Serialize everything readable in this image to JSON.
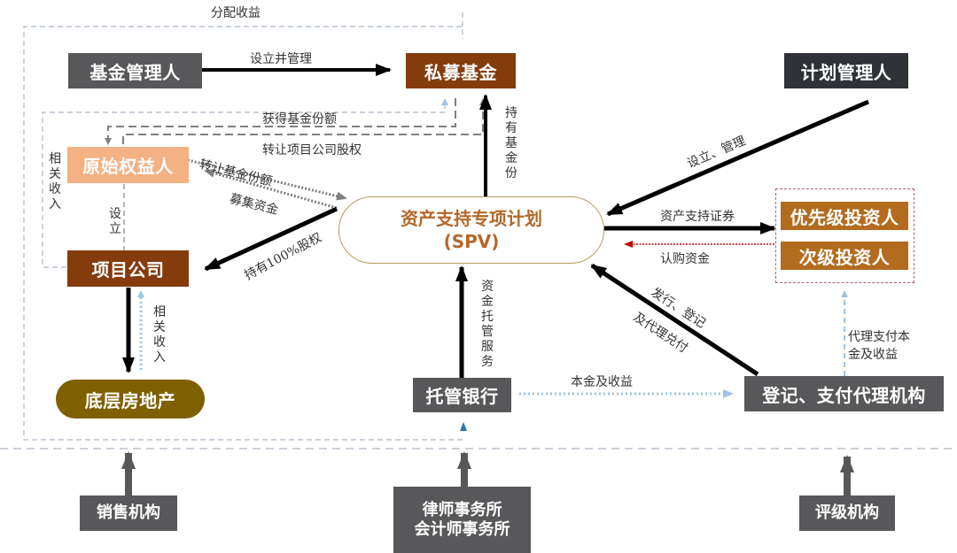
{
  "colors": {
    "dark_gray": "#58585a",
    "navy": "#2f3237",
    "brown": "#843c0c",
    "orange": "#b36b1e",
    "peach": "#f4b183",
    "olive": "#7f6000",
    "spv_text": "#b4682a",
    "red_dotted": "#c00000",
    "light_blue_dashed": "#9dc3e6"
  },
  "nodes": {
    "fund_manager": "基金管理人",
    "private_fund": "私募基金",
    "plan_manager": "计划管理人",
    "original_owner": "原始权益人",
    "project_company": "项目公司",
    "underlying_property": "底层房地产",
    "spv_line1": "资产支持专项计划",
    "spv_line2": "(SPV)",
    "senior_investor": "优先级投资人",
    "junior_investor": "次级投资人",
    "custodian_bank": "托管银行",
    "registration_agent": "登记、支付代理机构"
  },
  "edges": {
    "distribute_income": "分配收益",
    "establish_and_manage": "设立并管理",
    "obtain_fund_shares": "获得基金份额",
    "transfer_project_equity": "转让项目公司股权",
    "transfer_fund_shares": "转让基金份额",
    "raise_funds": "募集资金",
    "hold_fund_shares": "持有基金份",
    "related_income_left": "相关收入",
    "establish": "设立",
    "hold_100_equity": "持有100%股权",
    "establish_manage": "设立、管理",
    "abs_securities": "资产支持证券",
    "subscription_funds": "认购资金",
    "issue_register": "发行、登记",
    "agency_redemption": "及代理兑付",
    "agency_pay_principal": "代理支付本",
    "agency_pay_principal_2": "金及收益",
    "fund_custody": "资金托管服务",
    "principal_and_income": "本金及收益",
    "related_income_bottom": "相关收入"
  },
  "service_providers": {
    "sales": "销售机构",
    "law_firm": "律师事务所",
    "accounting_firm": "会计师事务所",
    "rating": "评级机构"
  }
}
